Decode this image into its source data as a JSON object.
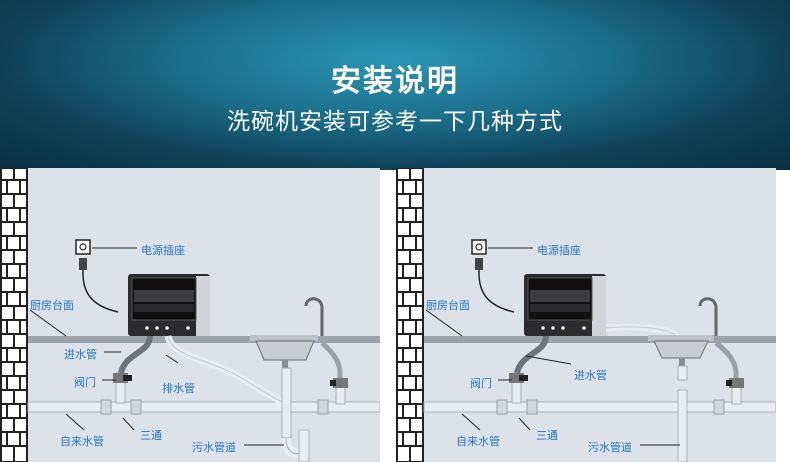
{
  "header": {
    "title": "安装说明",
    "subtitle": "洗碗机安装可参考一下几种方式"
  },
  "colors": {
    "label": "#2277c4",
    "wall_bg": "#dde1e8",
    "header_center": "#2a96b4",
    "header_edge": "#0a2e40"
  },
  "panels": [
    {
      "labels": {
        "socket": "电源插座",
        "counter": "厨房台面",
        "inlet": "进水管",
        "valve": "阀门",
        "drain": "排水管",
        "tap_water": "自来水管",
        "tee": "三通",
        "sewer": "污水管道"
      }
    },
    {
      "labels": {
        "socket": "电源插座",
        "counter": "厨房台面",
        "inlet": "进水管",
        "valve": "阀门",
        "tap_water": "自来水管",
        "tee": "三通",
        "sewer": "污水管道"
      }
    }
  ]
}
